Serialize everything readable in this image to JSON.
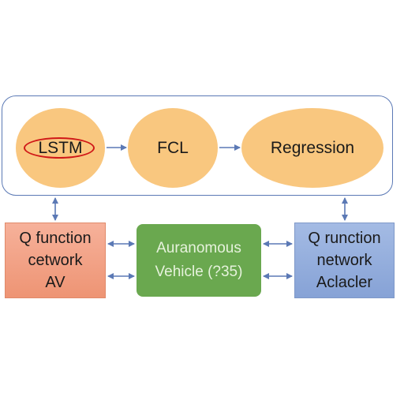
{
  "diagram": {
    "pipeline": {
      "lstm": "LSTM",
      "fcl": "FCL",
      "regression": "Regression"
    },
    "left_box": {
      "line1": "Q function",
      "line2": "cetwork",
      "line3": "AV"
    },
    "center_box": {
      "line1": "Auranomous",
      "line2": "Vehicle (?35)"
    },
    "right_box": {
      "line1": "Q runction",
      "line2": "network",
      "line3": "Aclacler"
    }
  },
  "colors": {
    "container_border": "#5b79b5",
    "ellipse_fill": "#f9c77f",
    "lstm_highlight": "#d01818",
    "left_box_fill": "#f4a488",
    "center_box_fill": "#6aa84f",
    "right_box_fill": "#95afdd",
    "arrow": "#5b79b5"
  }
}
